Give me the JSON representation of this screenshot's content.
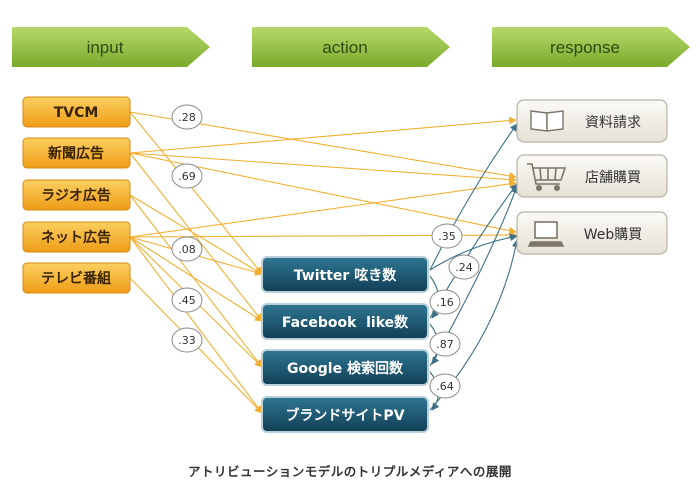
{
  "headers": [
    {
      "id": "input",
      "label": "input"
    },
    {
      "id": "action",
      "label": "action"
    },
    {
      "id": "response",
      "label": "response"
    }
  ],
  "inputs": [
    {
      "id": "tvcm",
      "label": "TVCM"
    },
    {
      "id": "shinbun",
      "label": "新聞広告"
    },
    {
      "id": "radio",
      "label": "ラジオ広告"
    },
    {
      "id": "net",
      "label": "ネット広告"
    },
    {
      "id": "tv",
      "label": "テレビ番組"
    }
  ],
  "actions": [
    {
      "id": "twitter",
      "label": "Twitter 呟き数"
    },
    {
      "id": "facebook",
      "label": "Facebook  like数"
    },
    {
      "id": "google",
      "label": "Google 検索回数"
    },
    {
      "id": "brand",
      "label": "ブランドサイトPV"
    }
  ],
  "responses": [
    {
      "id": "shiryo",
      "label": "資料請求",
      "icon": "book-icon"
    },
    {
      "id": "tenpo",
      "label": "店舗購買",
      "icon": "shopping-cart-icon"
    },
    {
      "id": "web",
      "label": "Web購買",
      "icon": "computer-icon"
    }
  ],
  "coefficients": [
    {
      "id": "c28",
      "value": ".28"
    },
    {
      "id": "c69",
      "value": ".69"
    },
    {
      "id": "c08",
      "value": ".08"
    },
    {
      "id": "c45",
      "value": ".45"
    },
    {
      "id": "c33",
      "value": ".33"
    },
    {
      "id": "c35",
      "value": ".35"
    },
    {
      "id": "c24",
      "value": ".24"
    },
    {
      "id": "c16",
      "value": ".16"
    },
    {
      "id": "c87",
      "value": ".87"
    },
    {
      "id": "c64",
      "value": ".64"
    }
  ],
  "caption": "アトリビューションモデルのトリプルメディアへの展開",
  "colors": {
    "header_green": "#8cbd3a",
    "input_orange": "#f2a623",
    "action_teal": "#1d5a72",
    "arrow_orange": "#f2b033",
    "arrow_blue": "#3d6f86",
    "response_beige": "#f1ede4"
  }
}
